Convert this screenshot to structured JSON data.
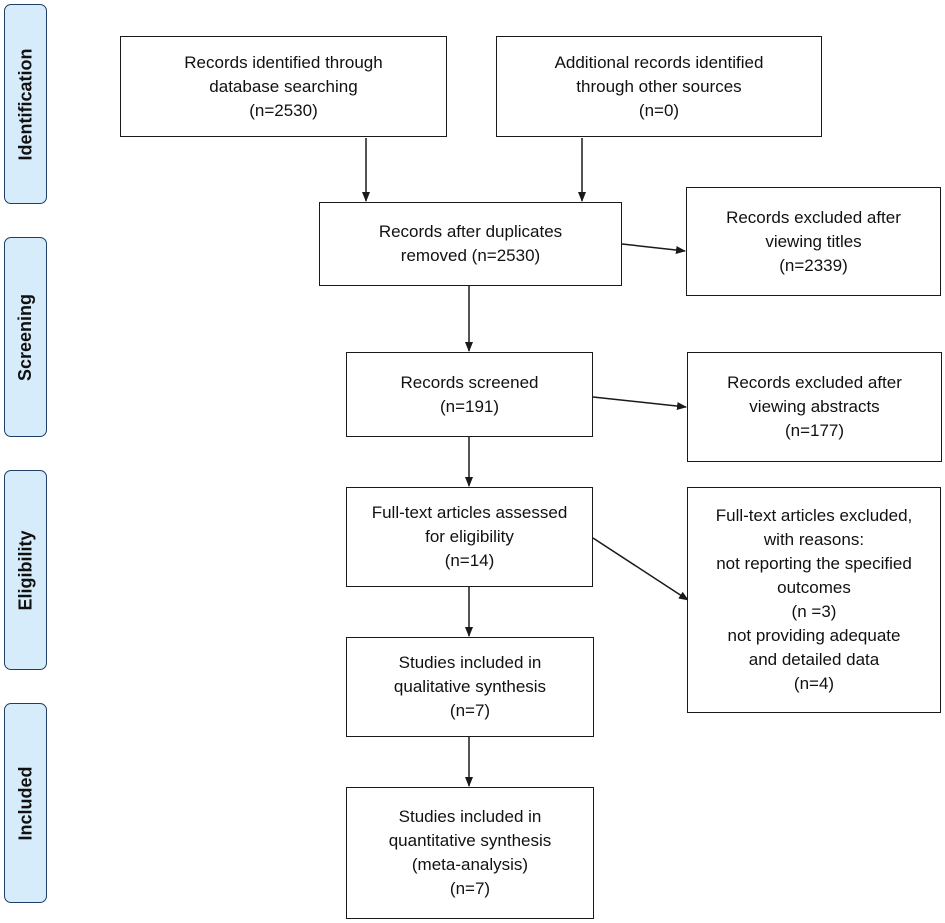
{
  "colors": {
    "stage_fill": "#d6ecfb",
    "stage_border": "#1f3f66",
    "box_border": "#1a1a1a",
    "arrow": "#1a1a1a"
  },
  "stages": {
    "identification": "Identification",
    "screening": "Screening",
    "eligibility": "Eligibility",
    "included": "Included"
  },
  "boxes": {
    "db_search": {
      "line1": "Records identified through",
      "line2": "database searching",
      "line3": "(n=2530)"
    },
    "other_sources": {
      "line1": "Additional records identified",
      "line2": "through other sources",
      "line3": "(n=0)"
    },
    "after_duplicates": {
      "line1": "Records after duplicates",
      "line2": "removed (n=2530)"
    },
    "excluded_titles": {
      "line1": "Records excluded after",
      "line2": "viewing titles",
      "line3": "(n=2339)"
    },
    "screened": {
      "line1": "Records screened",
      "line2": "(n=191)"
    },
    "excluded_abstracts": {
      "line1": "Records excluded after",
      "line2": "viewing abstracts",
      "line3": "(n=177)"
    },
    "fulltext_assessed": {
      "line1": "Full-text articles assessed",
      "line2": "for eligibility",
      "line3": "(n=14)"
    },
    "fulltext_excluded": {
      "line1": "Full-text articles excluded,",
      "line2": "with reasons:",
      "line3": "not reporting the specified",
      "line4": "outcomes",
      "line5": "(n =3)",
      "line6": "not providing adequate",
      "line7": "and detailed data",
      "line8": "(n=4)"
    },
    "qualitative": {
      "line1": "Studies included in",
      "line2": "qualitative synthesis",
      "line3": "(n=7)"
    },
    "quantitative": {
      "line1": "Studies included in",
      "line2": "quantitative synthesis",
      "line3": "(meta-analysis)",
      "line4": "(n=7)"
    }
  }
}
